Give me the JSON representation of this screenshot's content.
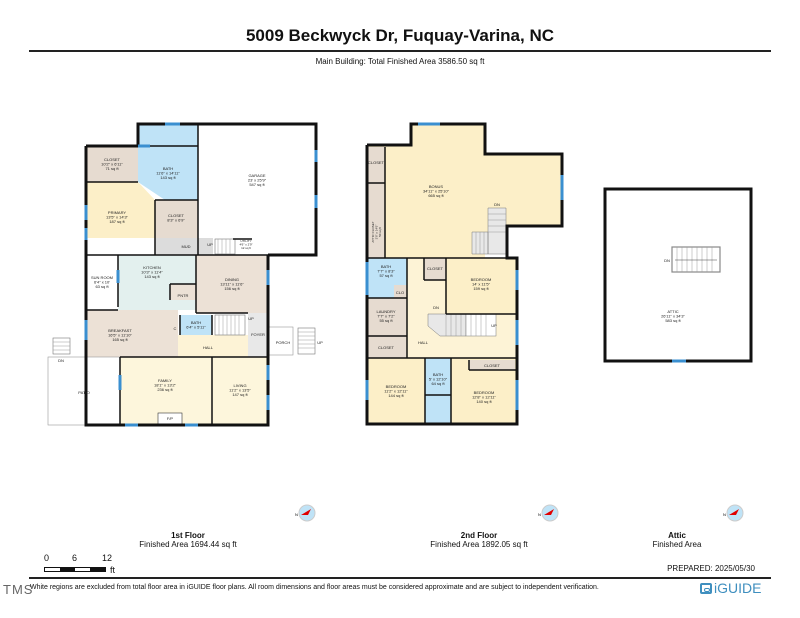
{
  "header": {
    "title": "5009 Beckwyck Dr, Fuquay-Varina, NC",
    "subtitle": "Main Building: Total Finished Area 3586.50 sq ft"
  },
  "colors": {
    "wall": "#111111",
    "window": "#3a8fd0",
    "bath": "#bfe3f7",
    "closet": "#e6dbd0",
    "bedroom": "#fcefc8",
    "living": "#fdf6dc",
    "kitchen": "#e3f0ee",
    "dining": "#ece1d6",
    "hall": "#fdf3d6",
    "mud": "#dcdcdc",
    "compass_needle": "#e00000",
    "compass_disc": "#bfe3f7",
    "brand": "#3f8fbf"
  },
  "floors": [
    {
      "name": "1st Floor",
      "area": "Finished Area 1694.44 sq ft",
      "rooms": [
        {
          "name": "CLOSET",
          "dims": "10'2\" x 6'11\"",
          "sqft": "71 sq ft"
        },
        {
          "name": "BATH",
          "dims": "11'6\" x 14'11\"",
          "sqft": "143 sq ft"
        },
        {
          "name": "GARAGE",
          "dims": "23' x 25'9\"",
          "sqft": "547 sq ft"
        },
        {
          "name": "PRIMARY",
          "dims": "13'5\" x 14'3\"",
          "sqft": "187 sq ft"
        },
        {
          "name": "CLOSET",
          "dims": "8'3\" x 6'9\"",
          "sqft": ""
        },
        {
          "name": "MUD",
          "dims": "",
          "sqft": ""
        },
        {
          "name": "UTILITY",
          "dims": "4'6\" x 2'9\"",
          "sqft": "12 sq ft"
        },
        {
          "name": "SUN ROOM",
          "dims": "6'4\" x 10'",
          "sqft": "63 sq ft"
        },
        {
          "name": "KITCHEN",
          "dims": "10'3\" x 11'4\"",
          "sqft": "143 sq ft"
        },
        {
          "name": "DINING",
          "dims": "13'11\" x 11'6\"",
          "sqft": "156 sq ft"
        },
        {
          "name": "PNTR",
          "dims": "",
          "sqft": ""
        },
        {
          "name": "BREAKFAST",
          "dims": "16'5\" x 11'10\"",
          "sqft": "165 sq ft"
        },
        {
          "name": "BATH",
          "dims": "6'4\" x 5'11\"",
          "sqft": ""
        },
        {
          "name": "C",
          "dims": "",
          "sqft": ""
        },
        {
          "name": "HALL",
          "dims": "",
          "sqft": ""
        },
        {
          "name": "FOYER",
          "dims": "",
          "sqft": ""
        },
        {
          "name": "PORCH",
          "dims": "",
          "sqft": ""
        },
        {
          "name": "PATIO",
          "dims": "",
          "sqft": ""
        },
        {
          "name": "FAMILY",
          "dims": "18'1\" x 13'2\"",
          "sqft": "236 sq ft"
        },
        {
          "name": "LIVING",
          "dims": "11'2\" x 13'5\"",
          "sqft": "147 sq ft"
        },
        {
          "name": "F/P",
          "dims": "",
          "sqft": ""
        }
      ],
      "stair_labels": [
        "UP",
        "UP",
        "UP",
        "DN"
      ]
    },
    {
      "name": "2nd Floor",
      "area": "Finished Area 1892.05 sq ft",
      "rooms": [
        {
          "name": "CLOSET",
          "dims": "",
          "sqft": ""
        },
        {
          "name": "BONUS",
          "dims": "34'11\" x 25'10\"",
          "sqft": "665 sq ft"
        },
        {
          "name": "ATTIC CLOSET",
          "dims": "3'6\" x 14'6\"",
          "sqft": "50 sq ft"
        },
        {
          "name": "BATH",
          "dims": "7'7\" x 8'3\"",
          "sqft": "57 sq ft"
        },
        {
          "name": "CLO",
          "dims": "",
          "sqft": ""
        },
        {
          "name": "CLOSET",
          "dims": "",
          "sqft": ""
        },
        {
          "name": "BEDROOM",
          "dims": "14' x 11'5\"",
          "sqft": "159 sq ft"
        },
        {
          "name": "LAUNDRY",
          "dims": "7'7\" x 7'2\"",
          "sqft": "55 sq ft"
        },
        {
          "name": "CLOSET",
          "dims": "",
          "sqft": ""
        },
        {
          "name": "HALL",
          "dims": "",
          "sqft": ""
        },
        {
          "name": "CLOSET",
          "dims": "",
          "sqft": ""
        },
        {
          "name": "BEDROOM",
          "dims": "11'2\" x 12'11\"",
          "sqft": "144 sq ft"
        },
        {
          "name": "BATH",
          "dims": "5' x 12'10\"",
          "sqft": "64 sq ft"
        },
        {
          "name": "BEDROOM",
          "dims": "12'8\" x 12'11\"",
          "sqft": "140 sq ft"
        }
      ],
      "stair_labels": [
        "DN",
        "DN",
        "UP"
      ]
    },
    {
      "name": "Attic",
      "area": "Finished Area",
      "rooms": [
        {
          "name": "ATTIC",
          "dims": "26'11\" x 34'3\"",
          "sqft": "583 sq ft"
        }
      ],
      "stair_labels": [
        "DN"
      ]
    }
  ],
  "compass": {
    "label": "N"
  },
  "scale": {
    "ticks": [
      "0",
      "6",
      "12"
    ],
    "unit": "ft"
  },
  "footer": {
    "prepared": "PREPARED: 2025/05/30",
    "disclaimer": "White regions are excluded from total floor area in iGUIDE floor plans. All room dimensions and floor areas must be considered approximate and are subject to independent verification.",
    "brand": "iGUIDE",
    "watermark": "TMS"
  }
}
